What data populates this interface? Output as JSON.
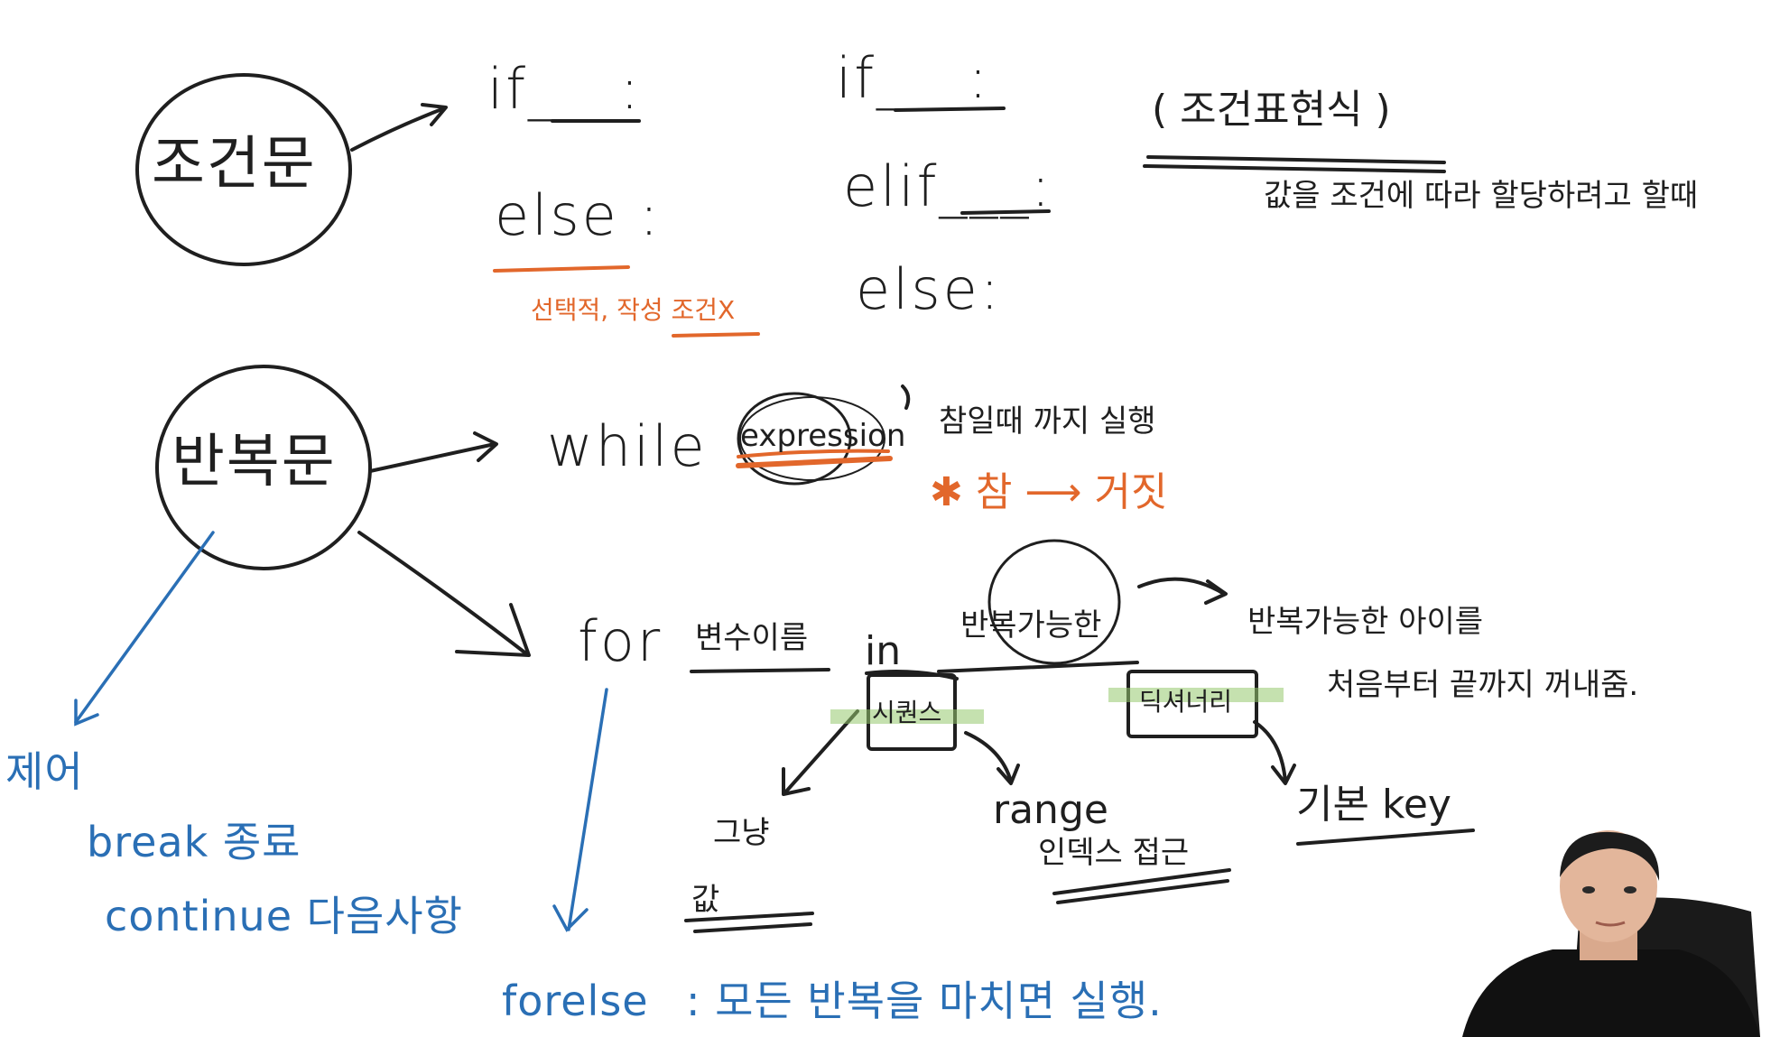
{
  "colors": {
    "ink": "#1f1f1f",
    "orange": "#e2672b",
    "blue": "#2a6fb5",
    "highlight": "#a6d08a"
  },
  "conditional": {
    "title": "조건문",
    "if_simple": "if___:",
    "else_simple": "else :",
    "optional_note": "선택적, 작성 조건X",
    "if_chain": "if___:",
    "elif": "elif___:",
    "else_chain": "else:",
    "ternary_label": "( 조건표현식 )",
    "ternary_note": "값을 조건에 따라 할당하려고 할때"
  },
  "loop": {
    "title": "반복문",
    "while_keyword": "while",
    "expression": "expression",
    "while_note": "참일때 까지 실행",
    "true_false": "✱ 참 ⟶ 거짓",
    "for_keyword": "for",
    "var_name": "변수이름",
    "in_keyword": "in",
    "iterable": "반복가능한",
    "iterable_note_1": "반복가능한 아이를",
    "iterable_note_2": "처음부터 끝까지 꺼내줌.",
    "sequence": "시퀀스",
    "dictionary": "딕셔너리",
    "just": "그냥",
    "value": "값",
    "range": "range",
    "index_access": "인덱스 접근",
    "basic_key": "기본 key"
  },
  "control": {
    "title": "제어",
    "break": "break 종료",
    "continue": "continue 다음사항"
  },
  "forelse": {
    "keyword": "forelse",
    "note": ": 모든 반복을 마치면 실행."
  },
  "icons": [
    "arrow-icon",
    "circle-outline",
    "presenter-webcam"
  ]
}
